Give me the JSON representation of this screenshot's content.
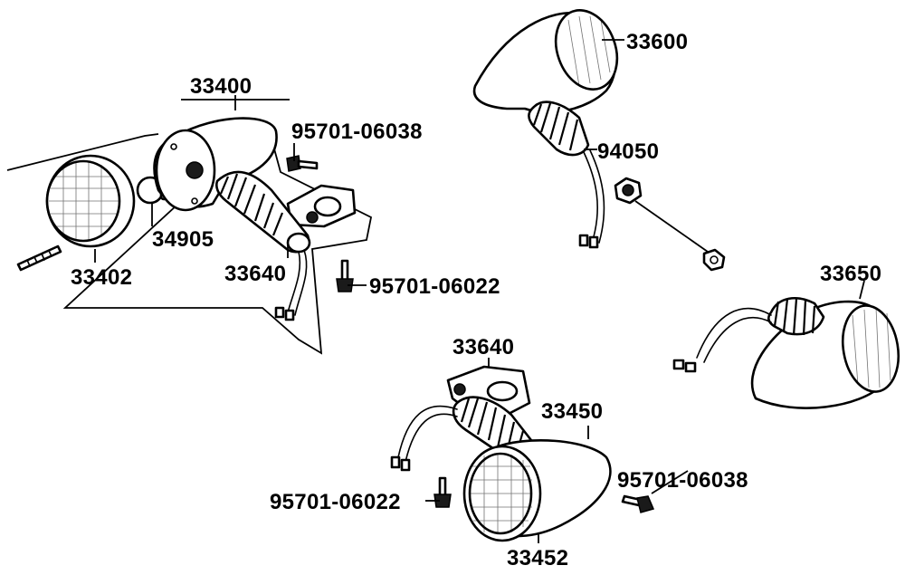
{
  "labels": {
    "assembly_left": "33400",
    "screw_top": "95701-06038",
    "bulb": "34905",
    "lens_left": "33402",
    "bracket_left": "33640",
    "bolt_left": "95701-06022",
    "signal_top_right": "33600",
    "nut": "94050",
    "signal_right": "33650",
    "bracket_bottom": "33640",
    "assembly_bottom": "33450",
    "bolt_bottom": "95701-06022",
    "screw_bottom": "95701-06038",
    "lens_bottom": "33452"
  }
}
